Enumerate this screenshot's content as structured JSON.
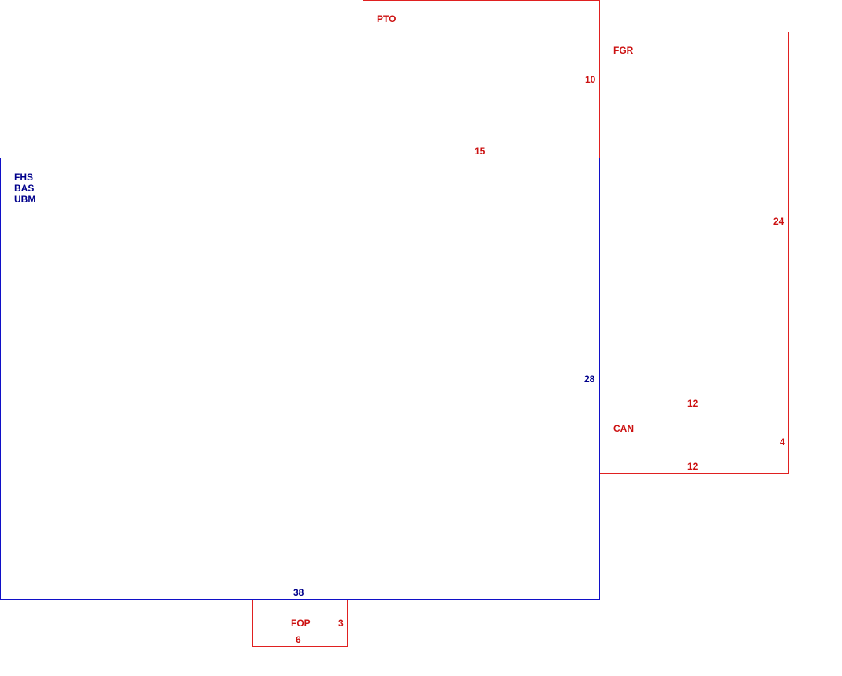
{
  "colors": {
    "annex_line": "#e02020",
    "annex_text": "#cc1111",
    "main_line": "#1010c8",
    "main_text": "#00008b"
  },
  "main": {
    "codes": [
      "FHS",
      "BAS",
      "UBM"
    ],
    "width": "38",
    "depth": "28"
  },
  "pto": {
    "code": "PTO",
    "width": "15",
    "depth": "10"
  },
  "fgr": {
    "code": "FGR",
    "width": "12",
    "depth": "24"
  },
  "can": {
    "code": "CAN",
    "width": "12",
    "depth": "4"
  },
  "fop": {
    "code": "FOP",
    "width": "6",
    "depth": "3"
  }
}
